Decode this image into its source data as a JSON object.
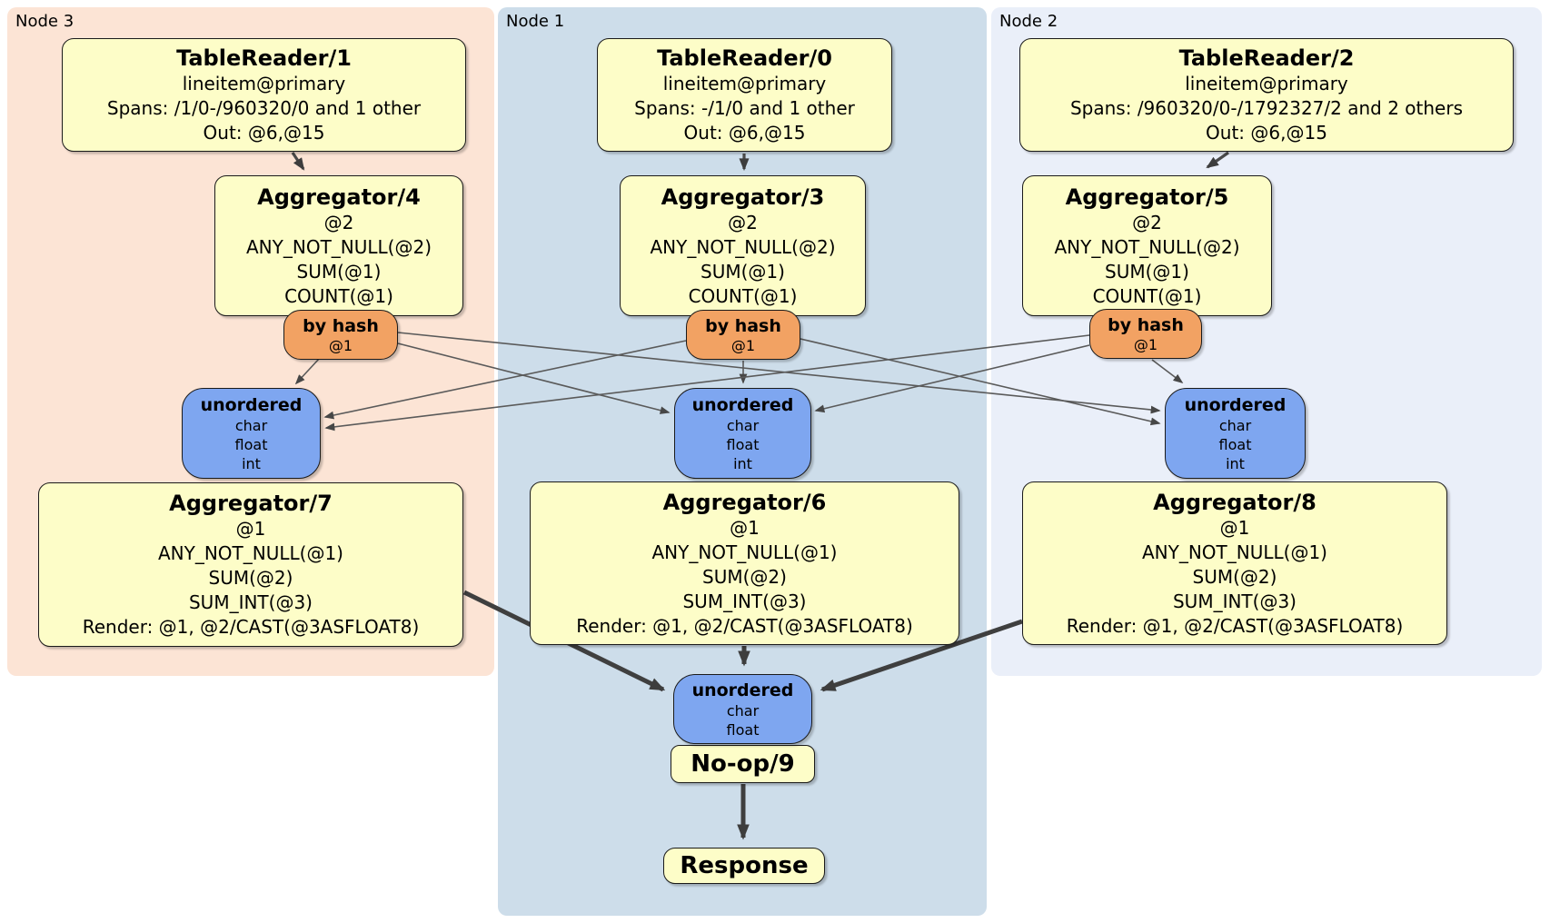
{
  "diagram": {
    "kind": "distributed SQL plan"
  },
  "panels": {
    "node3": {
      "label": "Node 3"
    },
    "node1": {
      "label": "Node 1"
    },
    "node2": {
      "label": "Node 2"
    }
  },
  "nodes": {
    "tr1": {
      "title": "TableReader/1",
      "lines": [
        "lineitem@primary",
        "Spans: /1/0-/960320/0 and 1 other",
        "Out: @6,@15"
      ]
    },
    "tr0": {
      "title": "TableReader/0",
      "lines": [
        "lineitem@primary",
        "Spans: -/1/0 and 1 other",
        "Out: @6,@15"
      ]
    },
    "tr2": {
      "title": "TableReader/2",
      "lines": [
        "lineitem@primary",
        "Spans: /960320/0-/1792327/2 and 2 others",
        "Out: @6,@15"
      ]
    },
    "agg4": {
      "title": "Aggregator/4",
      "lines": [
        "@2",
        "ANY_NOT_NULL(@2)",
        "SUM(@1)",
        "COUNT(@1)"
      ]
    },
    "agg3": {
      "title": "Aggregator/3",
      "lines": [
        "@2",
        "ANY_NOT_NULL(@2)",
        "SUM(@1)",
        "COUNT(@1)"
      ]
    },
    "agg5": {
      "title": "Aggregator/5",
      "lines": [
        "@2",
        "ANY_NOT_NULL(@2)",
        "SUM(@1)",
        "COUNT(@1)"
      ]
    },
    "byhash3": {
      "title": "by hash",
      "lines": [
        "@1"
      ]
    },
    "byhash1": {
      "title": "by hash",
      "lines": [
        "@1"
      ]
    },
    "byhash2": {
      "title": "by hash",
      "lines": [
        "@1"
      ]
    },
    "unordered3": {
      "title": "unordered",
      "lines": [
        "char",
        "float",
        "int"
      ]
    },
    "unordered1": {
      "title": "unordered",
      "lines": [
        "char",
        "float",
        "int"
      ]
    },
    "unordered2": {
      "title": "unordered",
      "lines": [
        "char",
        "float",
        "int"
      ]
    },
    "agg7": {
      "title": "Aggregator/7",
      "lines": [
        "@1",
        "ANY_NOT_NULL(@1)",
        "SUM(@2)",
        "SUM_INT(@3)",
        "Render: @1, @2/CAST(@3ASFLOAT8)"
      ]
    },
    "agg6": {
      "title": "Aggregator/6",
      "lines": [
        "@1",
        "ANY_NOT_NULL(@1)",
        "SUM(@2)",
        "SUM_INT(@3)",
        "Render: @1, @2/CAST(@3ASFLOAT8)"
      ]
    },
    "agg8": {
      "title": "Aggregator/8",
      "lines": [
        "@1",
        "ANY_NOT_NULL(@1)",
        "SUM(@2)",
        "SUM_INT(@3)",
        "Render: @1, @2/CAST(@3ASFLOAT8)"
      ]
    },
    "unordered_out": {
      "title": "unordered",
      "lines": [
        "char",
        "float"
      ]
    },
    "noop9": {
      "title": "No-op/9"
    },
    "response": {
      "title": "Response"
    }
  },
  "colors": {
    "panel_node3": "#fce4d5",
    "panel_node1": "#cdddea",
    "panel_node2": "#eaeff9",
    "proc_fill": "#fdfdc8",
    "router_fill": "#f2a263",
    "sync_fill": "#7ea6f0",
    "edge_thin": "#5a5a5a",
    "edge_thick": "#3f3f3f"
  }
}
